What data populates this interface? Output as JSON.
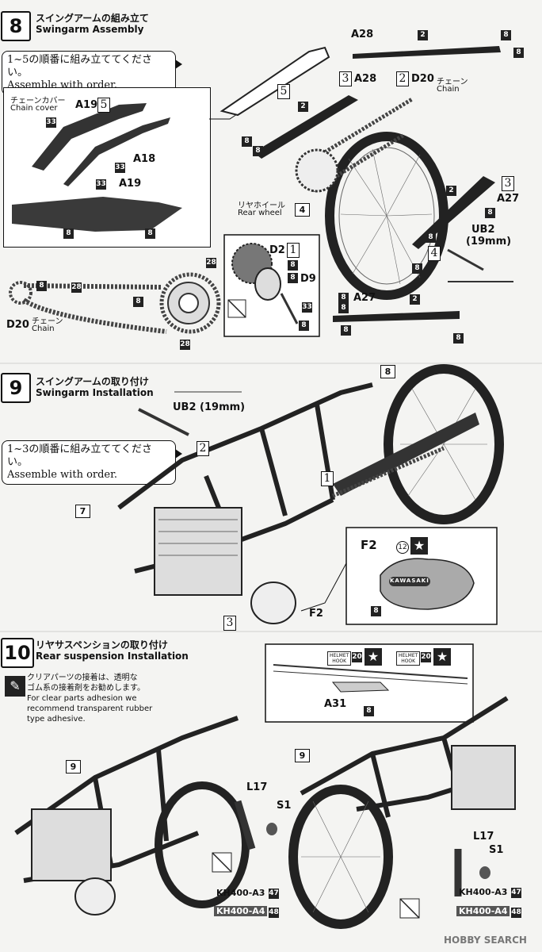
{
  "step8": {
    "number": "8",
    "title_jp": "スイングアームの組み立て",
    "title_en": "Swingarm Assembly",
    "note_jp": "1~5の順番に組み立ててください。",
    "note_en": "Assemble with order.",
    "chain_cover_jp": "チェーンカバー",
    "chain_cover_en": "Chain cover",
    "chain_jp": "チェーン",
    "chain_en": "Chain",
    "rear_wheel_jp": "リヤホイール",
    "rear_wheel_en": "Rear wheel",
    "parts": {
      "a28": "A28",
      "a19": "A19",
      "a18": "A18",
      "a27": "A27",
      "d20": "D20",
      "ub2": "UB2",
      "ub2_size": "(19mm)",
      "d2": "D2",
      "d9": "D9"
    },
    "numbers": {
      "n2": "2",
      "n4": "4",
      "n8": "8",
      "n28": "28",
      "n33": "33"
    },
    "order": {
      "o1": "1",
      "o2": "2",
      "o3": "3",
      "o4": "4",
      "o5": "5"
    }
  },
  "step9": {
    "number": "9",
    "title_jp": "スイングアームの取り付け",
    "title_en": "Swingarm Installation",
    "note_jp": "1~3の順番に組み立ててください。",
    "note_en": "Assemble with order.",
    "ub2": "UB2 (19mm)",
    "n7": "7",
    "n8": "8",
    "f2": "F2",
    "n12": "12",
    "logo_text": "KAWASAKI",
    "order": {
      "o1": "1",
      "o2": "2",
      "o3": "3"
    }
  },
  "step10": {
    "number": "10",
    "title_jp": "リヤサスペンションの取り付け",
    "title_en": "Rear suspension Installation",
    "caution_jp_1": "クリアパーツの接着は、透明な",
    "caution_jp_2": "ゴム系の接着剤をお勧めします。",
    "caution_en_1": "For clear parts adhesion we",
    "caution_en_2": "recommend transparent rubber",
    "caution_en_3": "type adhesive.",
    "n9": "9",
    "l17": "L17",
    "s1": "S1",
    "a31": "A31",
    "n8": "8",
    "n20": "20",
    "helmet_hook_1": "HELMET",
    "helmet_hook_2": "HOOK",
    "kh_a3": "KH400-A3",
    "kh_a4": "KH400-A4",
    "n47": "47",
    "n48": "48"
  },
  "watermark": "HOBBY SEARCH"
}
